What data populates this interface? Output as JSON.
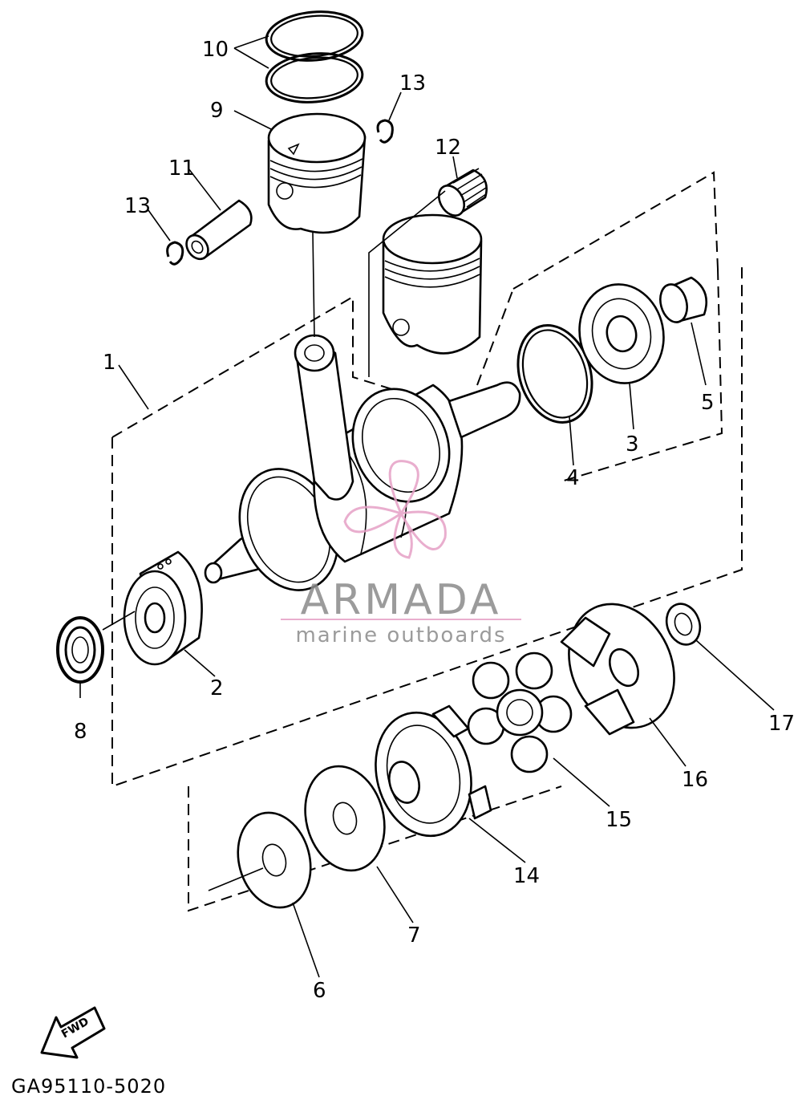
{
  "diagram": {
    "code": "GA95110-5020",
    "fwd_label": "FWD",
    "callouts": [
      "1",
      "2",
      "3",
      "4",
      "5",
      "6",
      "7",
      "8",
      "9",
      "10",
      "11",
      "12",
      "13",
      "13",
      "14",
      "15",
      "16",
      "17"
    ]
  },
  "watermark": {
    "brand": "ARMADA",
    "tagline": "marine outboards",
    "color": "#e6a1c6"
  }
}
